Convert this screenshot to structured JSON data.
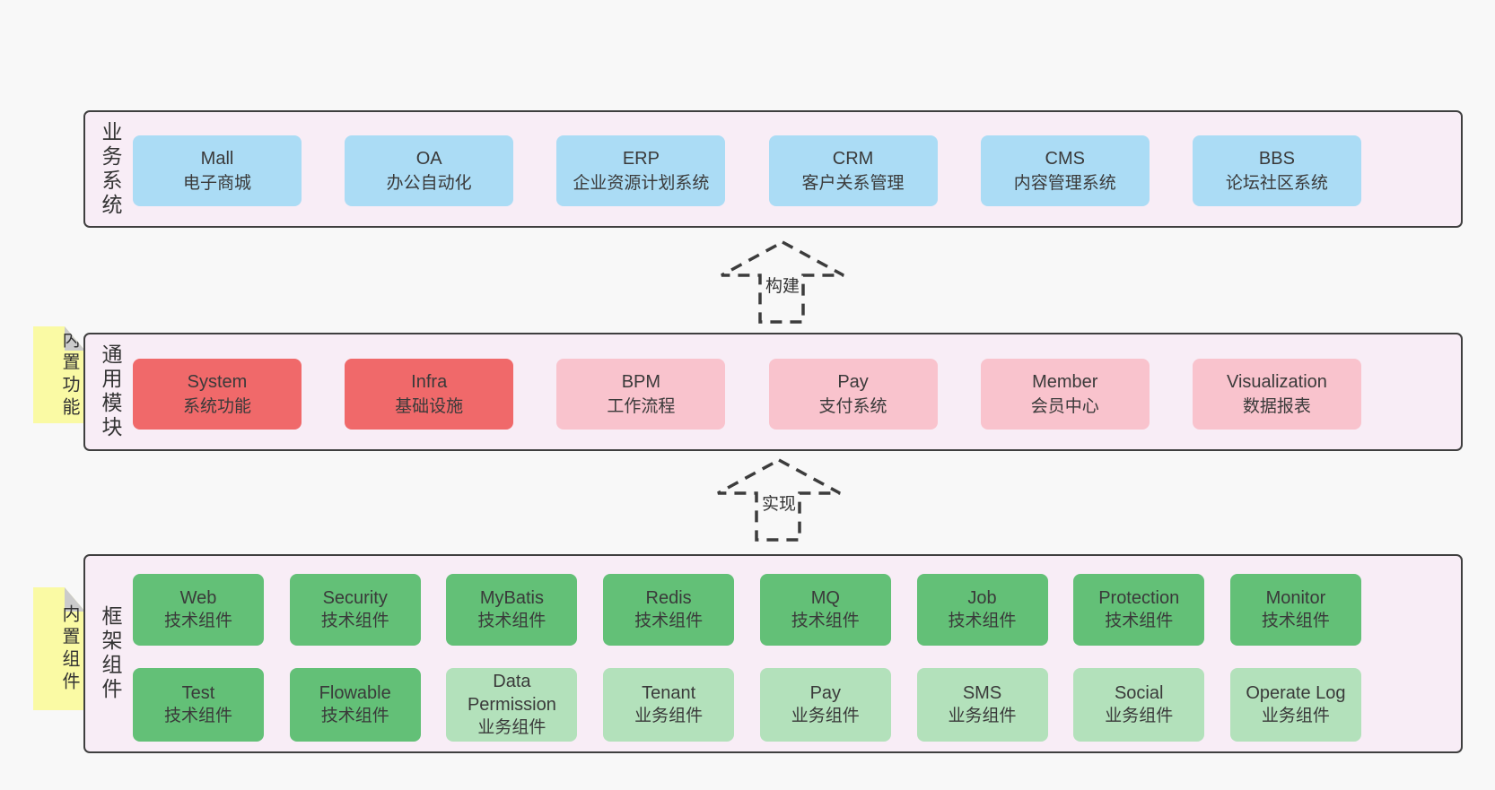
{
  "colors": {
    "page_bg": "#f8f8f8",
    "band_bg": "#f8edf6",
    "band_border": "#3f3f3f",
    "blue_box": "#abdcf5",
    "red_box": "#f0696a",
    "pink_box": "#f9c3cd",
    "green_box": "#63c077",
    "light_green_box": "#b3e1bb",
    "tab_yellow": "#fafaa4",
    "tab_fold_gray": "#cbcbcb",
    "text": "#3a3a3a"
  },
  "arrows": [
    {
      "label": "构建"
    },
    {
      "label": "实现"
    }
  ],
  "bands": [
    {
      "label": "业务系统",
      "boxes": [
        {
          "title": "Mall",
          "subtitle": "电子商城"
        },
        {
          "title": "OA",
          "subtitle": "办公自动化"
        },
        {
          "title": "ERP",
          "subtitle": "企业资源计划系统"
        },
        {
          "title": "CRM",
          "subtitle": "客户关系管理"
        },
        {
          "title": "CMS",
          "subtitle": "内容管理系统"
        },
        {
          "title": "BBS",
          "subtitle": "论坛社区系统"
        }
      ]
    },
    {
      "label": "通用模块",
      "tab": "内置功能",
      "boxes": [
        {
          "title": "System",
          "subtitle": "系统功能"
        },
        {
          "title": "Infra",
          "subtitle": "基础设施"
        },
        {
          "title": "BPM",
          "subtitle": "工作流程"
        },
        {
          "title": "Pay",
          "subtitle": "支付系统"
        },
        {
          "title": "Member",
          "subtitle": "会员中心"
        },
        {
          "title": "Visualization",
          "subtitle": "数据报表"
        }
      ]
    },
    {
      "label": "框架组件",
      "tab": "内置组件",
      "rows": [
        [
          {
            "title": "Web",
            "subtitle": "技术组件"
          },
          {
            "title": "Security",
            "subtitle": "技术组件"
          },
          {
            "title": "MyBatis",
            "subtitle": "技术组件"
          },
          {
            "title": "Redis",
            "subtitle": "技术组件"
          },
          {
            "title": "MQ",
            "subtitle": "技术组件"
          },
          {
            "title": "Job",
            "subtitle": "技术组件"
          },
          {
            "title": "Protection",
            "subtitle": "技术组件"
          },
          {
            "title": "Monitor",
            "subtitle": "技术组件"
          }
        ],
        [
          {
            "title": "Test",
            "subtitle": "技术组件"
          },
          {
            "title": "Flowable",
            "subtitle": "技术组件"
          },
          {
            "title": "Data Permission",
            "subtitle": "业务组件"
          },
          {
            "title": "Tenant",
            "subtitle": "业务组件"
          },
          {
            "title": "Pay",
            "subtitle": "业务组件"
          },
          {
            "title": "SMS",
            "subtitle": "业务组件"
          },
          {
            "title": "Social",
            "subtitle": "业务组件"
          },
          {
            "title": "Operate Log",
            "subtitle": "业务组件"
          }
        ]
      ]
    }
  ]
}
